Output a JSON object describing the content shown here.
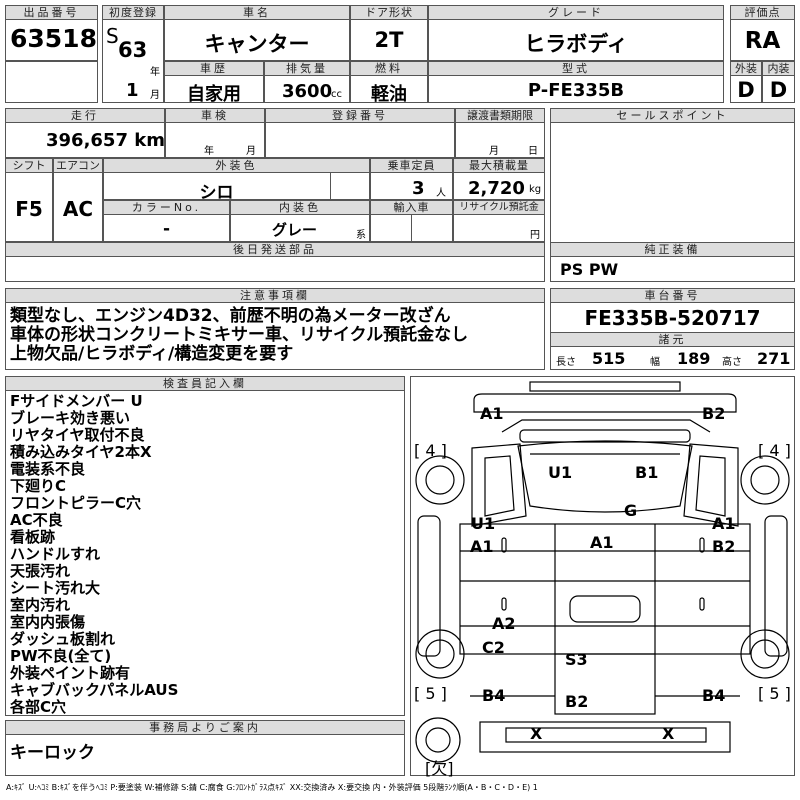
{
  "header": {
    "lot_label": "出品番号",
    "lot_number": "63518",
    "first_reg_label": "初度登録",
    "era": "S",
    "reg_year": "63",
    "year_unit": "年",
    "reg_month": "1",
    "month_unit": "月",
    "car_name_label": "車名",
    "car_name": "キャンター",
    "door_label": "ドア形状",
    "door": "2T",
    "grade_label": "グレード",
    "grade": "ヒラボディ",
    "score_label": "評価点",
    "score": "RA",
    "history_label": "車歴",
    "history": "自家用",
    "displacement_label": "排気量",
    "displacement": "3600",
    "displacement_unit": "cc",
    "fuel_label": "燃料",
    "fuel": "軽油",
    "model_label": "型式",
    "model": "P-FE335B",
    "exterior_label": "外装",
    "exterior_grade": "D",
    "interior_label": "内装",
    "interior_grade": "D"
  },
  "row2": {
    "mileage_label": "走行",
    "mileage": "396,657 km(*)",
    "inspection_label": "車検",
    "inspection_year_unit": "年",
    "inspection_month_unit": "月",
    "regno_label": "登録番号",
    "transfer_label": "譲渡書類期限",
    "transfer_month_unit": "月",
    "transfer_day_unit": "日",
    "sales_label": "セールスポイント",
    "shift_label": "シフト",
    "shift": "F5",
    "ac_label": "エアコン",
    "ac": "AC",
    "color_label": "外装色",
    "color": "シロ",
    "capacity_label": "乗車定員",
    "capacity": "3",
    "capacity_unit": "人",
    "maxload_label": "最大積載量",
    "maxload": "2,720",
    "maxload_unit": "kg",
    "colorno_label": "カラーNo.",
    "colorno": "-",
    "intcolor_label": "内装色",
    "intcolor": "グレー",
    "intcolor_unit": "系",
    "import_label": "輸入車",
    "recycle_label": "リサイクル預託金",
    "recycle_unit": "円",
    "parts_label": "後日発送部品",
    "equip_label": "純正装備",
    "equipment": "PS PW"
  },
  "notes": {
    "label": "注意事項欄",
    "lines": [
      "類型なし、エンジン4D32、前歴不明の為メーター改ざん",
      "車体の形状コンクリートミキサー車、リサイクル預託金なし",
      "上物欠品/ヒラボディ/構造変更を要す"
    ]
  },
  "chassis": {
    "label": "車台番号",
    "number": "FE335B-520717",
    "spec_label": "諸元",
    "length_label": "長さ",
    "length": "515",
    "width_label": "幅",
    "width": "189",
    "height_label": "高さ",
    "height": "271"
  },
  "inspector": {
    "label": "検査員記入欄",
    "items": [
      "Fサイドメンバー U",
      "ブレーキ効き悪い",
      "リヤタイヤ取付不良",
      "積み込みタイヤ2本X",
      "電装系不良",
      "下廻りC",
      "フロントピラーC穴",
      "AC不良",
      "看板跡",
      "ハンドルすれ",
      "天張汚れ",
      "シート汚れ大",
      "室内汚れ",
      "室内内張傷",
      "ダッシュ板割れ",
      "PW不良(全て)",
      "外装ペイント跡有",
      "キャブバックパネルAUS",
      "各部C穴"
    ]
  },
  "office": {
    "label": "事務局よりご案内",
    "text": "キーロック"
  },
  "diagram": {
    "marks": {
      "A1_tl": "A1",
      "B2_tr": "B2",
      "U1_top": "U1",
      "B1_top": "B1",
      "G": "G",
      "U1_l": "U1",
      "A1_l": "A1",
      "A1_c": "A1",
      "A1_r": "A1",
      "B2_r": "B2",
      "A2": "A2",
      "C2": "C2",
      "S3": "S3",
      "B4_l": "B4",
      "B2_b": "B2",
      "B4_r": "B4",
      "X1": "X",
      "X2": "X"
    },
    "tire_fl": "[ 4 ]",
    "tire_fr": "[ 4 ]",
    "tire_rl": "[ 5 ]",
    "tire_rr": "[ 5 ]",
    "spare": "[欠]"
  },
  "legend": "A:ｷｽﾞ U:ﾍｺﾐ B:ｷｽﾞを伴うﾍｺﾐ P:要塗装 W:補修跡 S:錆 C:腐食 G:ﾌﾛﾝﾄｶﾞﾗｽ点ｷｽﾞ XX:交換済み X:要交換 内・外装評価 5段階ﾗﾝｸ順(A・B・C・D・E) 1"
}
